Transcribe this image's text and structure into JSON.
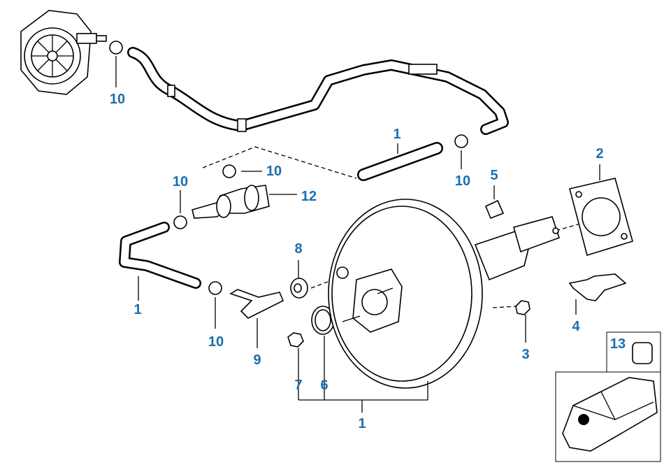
{
  "diagram": {
    "title": "Brake servo unit / vacuum hoses",
    "label_color": "#1b6fae",
    "callouts": [
      {
        "id": "c10a",
        "text": "10"
      },
      {
        "id": "c1a",
        "text": "1"
      },
      {
        "id": "c10b",
        "text": "10"
      },
      {
        "id": "c10c",
        "text": "10"
      },
      {
        "id": "c12",
        "text": "12"
      },
      {
        "id": "c10d",
        "text": "10"
      },
      {
        "id": "c5",
        "text": "5"
      },
      {
        "id": "c2",
        "text": "2"
      },
      {
        "id": "c8",
        "text": "8"
      },
      {
        "id": "c1b",
        "text": "1"
      },
      {
        "id": "c10e",
        "text": "10"
      },
      {
        "id": "c9",
        "text": "9"
      },
      {
        "id": "c4",
        "text": "4"
      },
      {
        "id": "c3",
        "text": "3"
      },
      {
        "id": "c13",
        "text": "13"
      },
      {
        "id": "c7",
        "text": "7"
      },
      {
        "id": "c6",
        "text": "6"
      },
      {
        "id": "c1c",
        "text": "1"
      }
    ]
  }
}
